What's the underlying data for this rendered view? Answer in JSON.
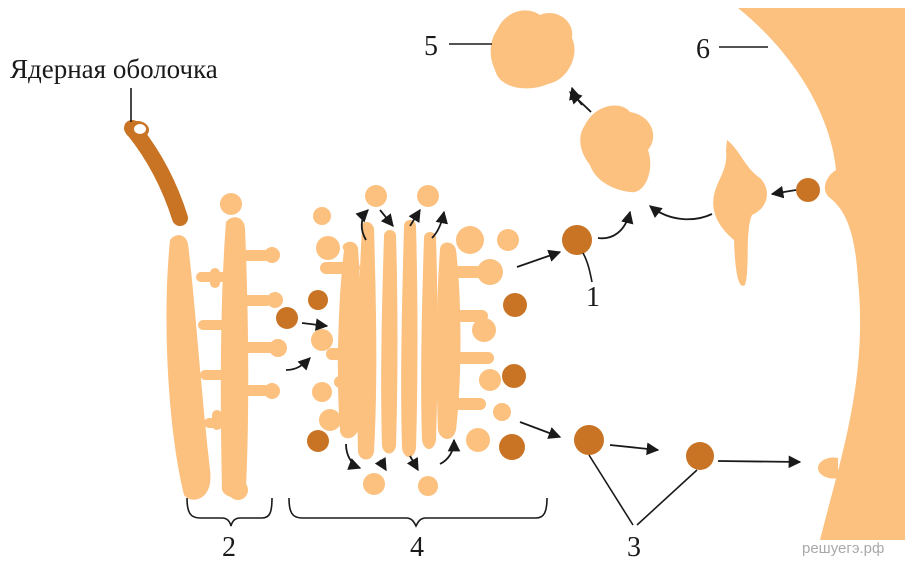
{
  "labels": {
    "nuclear_envelope": "Ядерная оболочка",
    "n1": "1",
    "n2": "2",
    "n3": "3",
    "n4": "4",
    "n5": "5",
    "n6": "6"
  },
  "watermark": "решуегэ.рф",
  "colors": {
    "membrane": "#FCC07F",
    "vesicle": "#C87424",
    "ink": "#1a1a1a"
  }
}
